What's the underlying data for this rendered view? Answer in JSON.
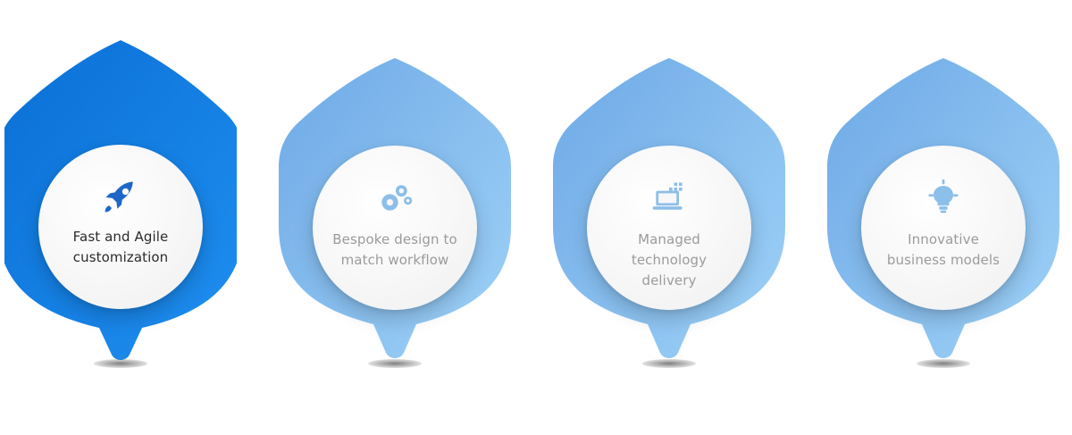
{
  "features": [
    {
      "label": "Fast and Agile customization",
      "icon": "rocket-icon",
      "state": "active"
    },
    {
      "label": "Bespoke design to match workflow",
      "icon": "gears-icon",
      "state": "inactive"
    },
    {
      "label": "Managed technology delivery",
      "icon": "laptop-icon",
      "state": "inactive"
    },
    {
      "label": "Innovative business models",
      "icon": "lightbulb-icon",
      "state": "inactive"
    }
  ],
  "colors": {
    "active_primary": "#0a6fd6",
    "active_secondary": "#1f8ff0",
    "inactive_primary": "#6ea9e6",
    "inactive_secondary": "#9fd2f7",
    "icon_active": "#1d67c8",
    "icon_inactive": "#8cbfe9"
  }
}
